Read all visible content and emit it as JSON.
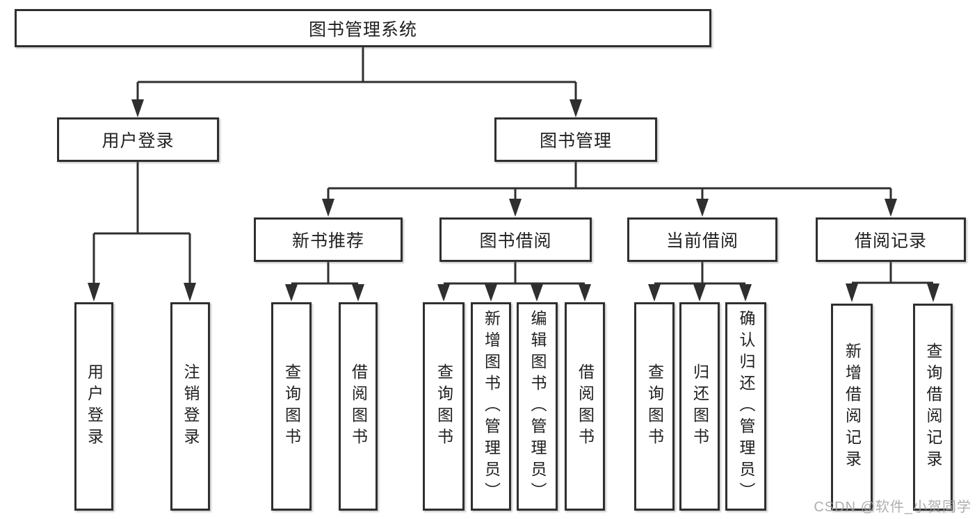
{
  "colors": {
    "line": "#2f2f2f",
    "border": "#2f2f2f",
    "text": "#1f1f1f",
    "background": "#ffffff",
    "watermark": "#a0a0a0"
  },
  "diagram": {
    "root": {
      "label": "图书管理系统"
    },
    "level2": [
      {
        "label": "用户登录"
      },
      {
        "label": "图书管理"
      }
    ],
    "level3": [
      {
        "label": "新书推荐"
      },
      {
        "label": "图书借阅"
      },
      {
        "label": "当前借阅"
      },
      {
        "label": "借阅记录"
      }
    ],
    "leaves": [
      {
        "label": "用户登录"
      },
      {
        "label": "注销登录"
      },
      {
        "label": "查询图书"
      },
      {
        "label": "借阅图书"
      },
      {
        "label": "查询图书"
      },
      {
        "label": "新增图书（管理员）"
      },
      {
        "label": "编辑图书（管理员）"
      },
      {
        "label": "借阅图书"
      },
      {
        "label": "查询图书"
      },
      {
        "label": "归还图书"
      },
      {
        "label": "确认归还（管理员）"
      },
      {
        "label": "新增借阅记录"
      },
      {
        "label": "查询借阅记录"
      }
    ]
  },
  "watermark": {
    "text": "CSDN @软件_小贺同学"
  }
}
